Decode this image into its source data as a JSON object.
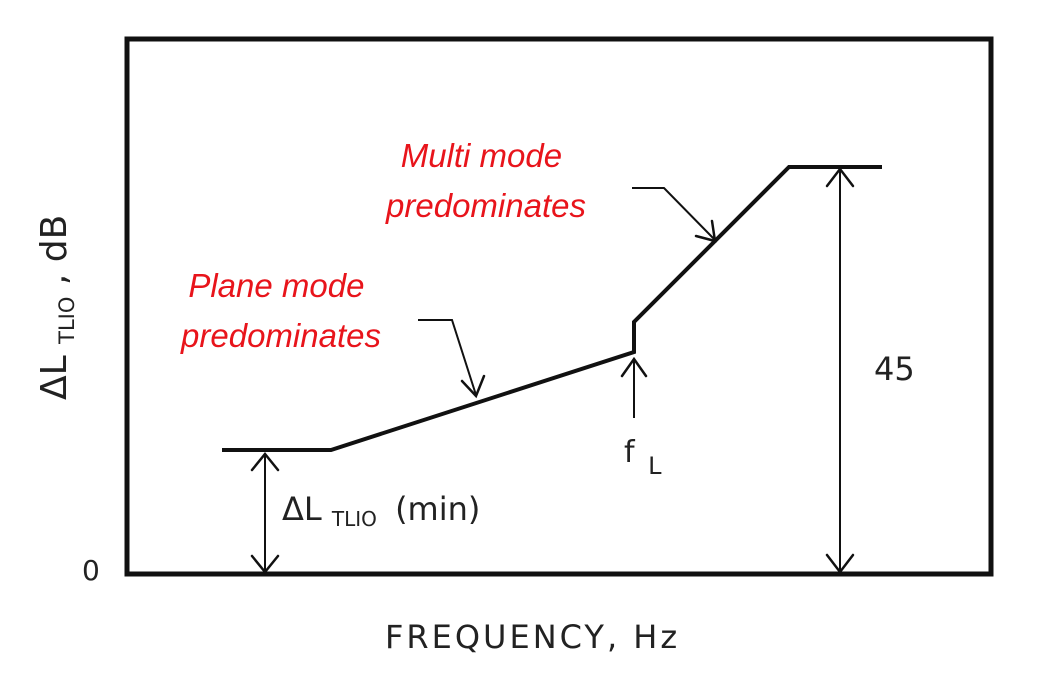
{
  "axes": {
    "y_label": "ΔL",
    "y_label_sub": "TLIO",
    "y_label_unit": ", dB",
    "x_label": "FREQUENCY,  Hz",
    "origin_label": "0"
  },
  "annotations": {
    "min_label": "ΔL",
    "min_label_sub": "TLIO",
    "min_label_suffix": "(min)",
    "fl_label": "f",
    "fl_label_sub": "L",
    "range_value": "45",
    "plane_mode_line1": "Plane mode",
    "plane_mode_line2": "predominates",
    "multi_mode_line1": "Multi mode",
    "multi_mode_line2": "predominates"
  },
  "colors": {
    "callout": "#e8141b",
    "line": "#111111"
  }
}
